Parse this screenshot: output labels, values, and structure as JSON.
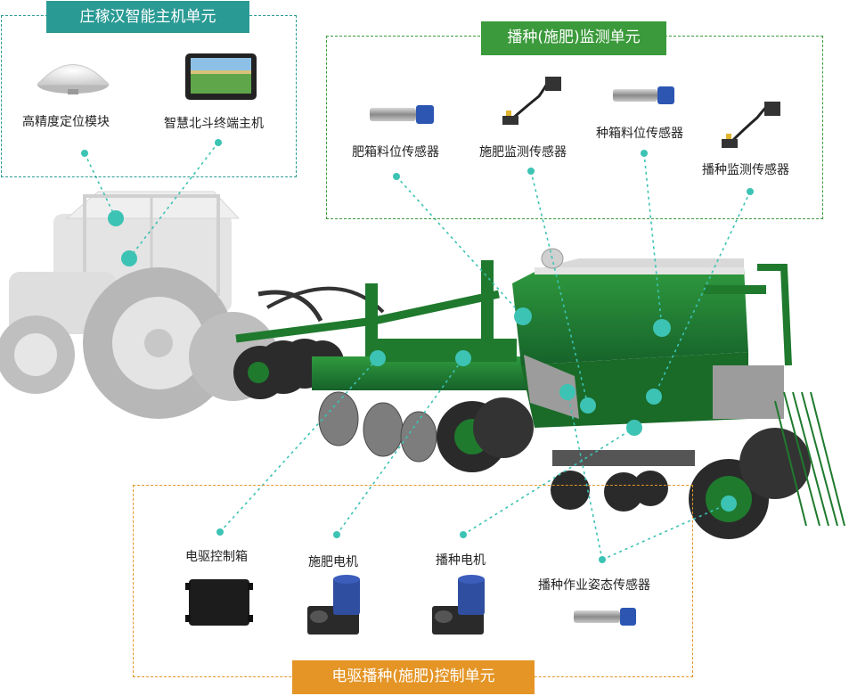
{
  "colors": {
    "host_teal": "#2a9a94",
    "monitor_green": "#3b9a3b",
    "control_orange": "#e49526",
    "dot_teal": "#3cc3b4",
    "machine_green": "#1f7a2e"
  },
  "host_unit": {
    "title": "庄稼汉智能主机单元",
    "items": [
      {
        "label": "高精度定位模块",
        "icon": "gnss-antenna-icon"
      },
      {
        "label": "智慧北斗终端主机",
        "icon": "terminal-screen-icon"
      }
    ]
  },
  "monitor_unit": {
    "title": "播种(施肥)监测单元",
    "items": [
      {
        "label": "肥箱料位传感器",
        "icon": "level-sensor-icon"
      },
      {
        "label": "施肥监测传感器",
        "icon": "flow-sensor-icon"
      },
      {
        "label": "种箱料位传感器",
        "icon": "level-sensor-icon"
      },
      {
        "label": "播种监测传感器",
        "icon": "flow-sensor-icon"
      }
    ]
  },
  "control_unit": {
    "title": "电驱播种(施肥)控制单元",
    "items": [
      {
        "label": "电驱控制箱",
        "icon": "control-box-icon"
      },
      {
        "label": "施肥电机",
        "icon": "motor-icon"
      },
      {
        "label": "播种电机",
        "icon": "motor-icon"
      },
      {
        "label": "播种作业姿态传感器",
        "icon": "posture-sensor-icon"
      }
    ]
  }
}
